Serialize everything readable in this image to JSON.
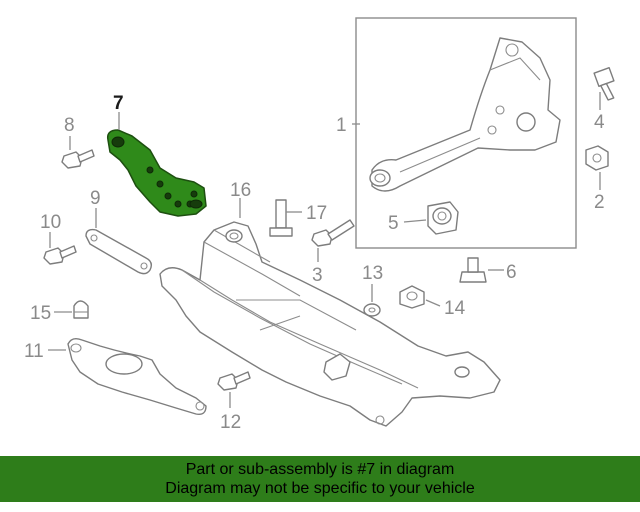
{
  "callouts": {
    "c1": "1",
    "c2": "2",
    "c3": "3",
    "c4": "4",
    "c5": "5",
    "c6": "6",
    "c7": "7",
    "c8": "8",
    "c9": "9",
    "c10": "10",
    "c11": "11",
    "c12": "12",
    "c13": "13",
    "c14": "14",
    "c15": "15",
    "c16": "16",
    "c17": "17"
  },
  "highlight_color": "#2e7d1a",
  "banner": {
    "line1": "Part or sub-assembly is #7 in diagram",
    "line2": "Diagram may not be specific to your vehicle"
  }
}
